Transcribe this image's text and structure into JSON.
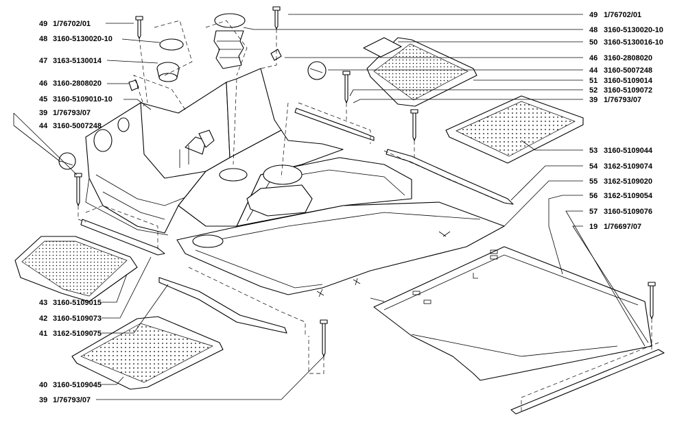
{
  "callouts": [
    {
      "num": "49",
      "code": "1/76702/01"
    },
    {
      "num": "48",
      "code": "3160-5130020-10"
    },
    {
      "num": "47",
      "code": "3163-5130014"
    },
    {
      "num": "46",
      "code": "3160-2808020"
    },
    {
      "num": "45",
      "code": "3160-5109010-10"
    },
    {
      "num": "39",
      "code": "1/76793/07"
    },
    {
      "num": "44",
      "code": "3160-5007248"
    },
    {
      "num": "43",
      "code": "3160-5109015"
    },
    {
      "num": "42",
      "code": "3160-5109073"
    },
    {
      "num": "41",
      "code": "3162-5109075"
    },
    {
      "num": "40",
      "code": "3160-5109045"
    },
    {
      "num": "39",
      "code": "1/76793/07"
    },
    {
      "num": "49",
      "code": "1/76702/01"
    },
    {
      "num": "48",
      "code": "3160-5130020-10"
    },
    {
      "num": "50",
      "code": "3160-5130016-10"
    },
    {
      "num": "46",
      "code": "3160-2808020"
    },
    {
      "num": "44",
      "code": "3160-5007248"
    },
    {
      "num": "51",
      "code": "3160-5109014"
    },
    {
      "num": "52",
      "code": "3160-5109072"
    },
    {
      "num": "39",
      "code": "1/76793/07"
    },
    {
      "num": "53",
      "code": "3160-5109044"
    },
    {
      "num": "54",
      "code": "3162-5109074"
    },
    {
      "num": "55",
      "code": "3162-5109020"
    },
    {
      "num": "56",
      "code": "3162-5109054"
    },
    {
      "num": "57",
      "code": "3160-5109076"
    },
    {
      "num": "19",
      "code": "1/76697/07"
    }
  ]
}
